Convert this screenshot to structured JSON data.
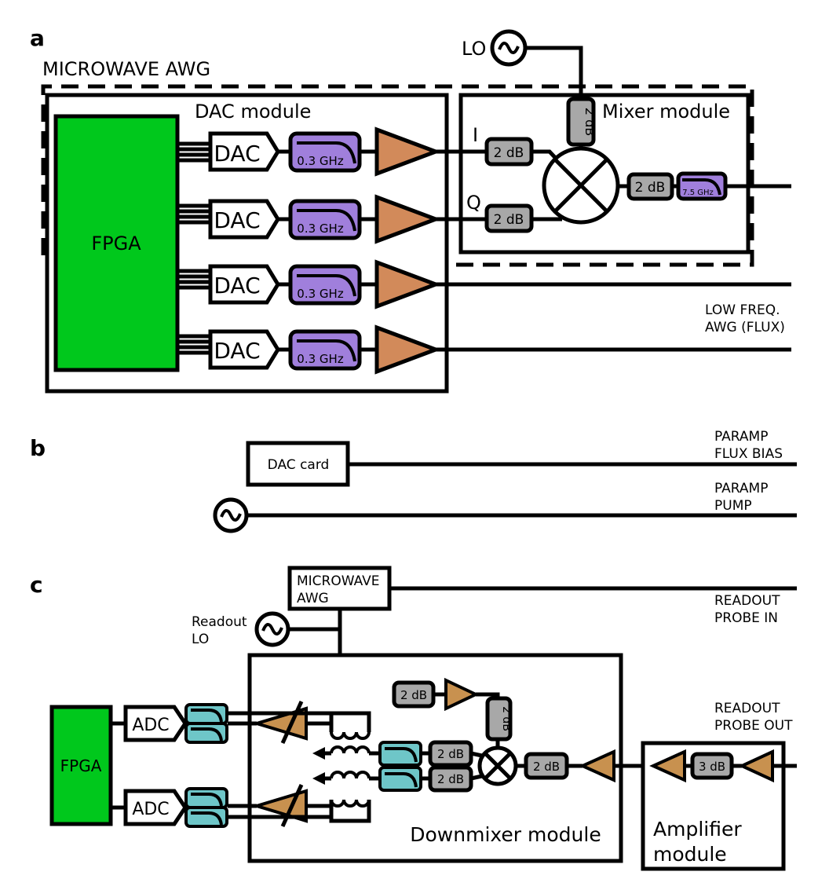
{
  "panels": {
    "a": "a",
    "b": "b",
    "c": "c"
  },
  "panel_a": {
    "awg_title": "MICROWAVE AWG",
    "dac_module_title": "DAC module",
    "mixer_module_title": "Mixer module",
    "fpga_label": "FPGA",
    "dac_label": "DAC",
    "filter_label": "0.3 GHz",
    "lo_label": "LO",
    "i_label": "I",
    "q_label": "Q",
    "att_label": "2 dB",
    "out_filter_label": "7.5 GHz",
    "low_freq_line1": "LOW FREQ.",
    "low_freq_line2": "AWG (FLUX)"
  },
  "panel_b": {
    "dac_card_label": "DAC card",
    "flux_bias_line1": "PARAMP",
    "flux_bias_line2": "FLUX BIAS",
    "pump_line1": "PARAMP",
    "pump_line2": "PUMP"
  },
  "panel_c": {
    "awg_line1": "MICROWAVE",
    "awg_line2": "AWG",
    "readout_lo_line1": "Readout",
    "readout_lo_line2": "LO",
    "probe_in_line1": "READOUT",
    "probe_in_line2": "PROBE IN",
    "probe_out_line1": "READOUT",
    "probe_out_line2": "PROBE OUT",
    "fpga_label": "FPGA",
    "adc_label": "ADC",
    "att_label": "2 dB",
    "att3_label": "3 dB",
    "downmixer_title": "Downmixer module",
    "amplifier_line1": "Amplifier",
    "amplifier_line2": "module"
  },
  "colors": {
    "fpga": "#00c81c",
    "awg_filter": "#a07fdc",
    "readout_filter": "#6ec6c8",
    "amplifier": "#d28a5a",
    "attenuator": "#a8a8a8"
  }
}
